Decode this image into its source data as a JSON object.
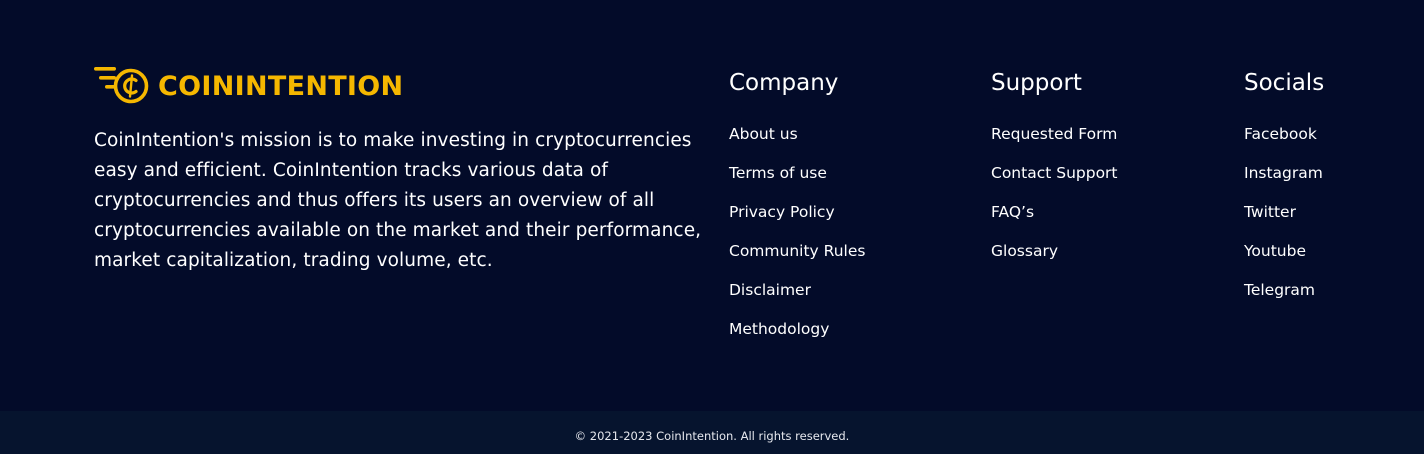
{
  "brand": {
    "logo_text": "COININTENTION",
    "logo_color": "#F5B700",
    "logo_icon": "coin-speed-icon",
    "mission": "CoinIntention's mission is to make investing in cryptocurrencies easy and efficient. CoinIntention tracks various data of cryptocurrencies and thus offers its users an overview of all cryptocurrencies available on the market and their performance, market capitalization, trading volume, etc."
  },
  "columns": {
    "company": {
      "title": "Company",
      "links": [
        "About us",
        "Terms of use",
        "Privacy Policy",
        "Community Rules",
        "Disclaimer",
        "Methodology"
      ]
    },
    "support": {
      "title": "Support",
      "links": [
        "Requested Form",
        "Contact Support",
        "FAQ’s",
        "Glossary"
      ]
    },
    "socials": {
      "title": "Socials",
      "links": [
        "Facebook",
        "Instagram",
        "Twitter",
        "Youtube",
        "Telegram"
      ]
    }
  },
  "footer": {
    "copyright": "© 2021-2023 CoinIntention. All rights reserved."
  },
  "colors": {
    "background": "#030B29",
    "bottom_bar": "#06142E",
    "text": "#FFFFFF",
    "accent": "#F5B700"
  }
}
